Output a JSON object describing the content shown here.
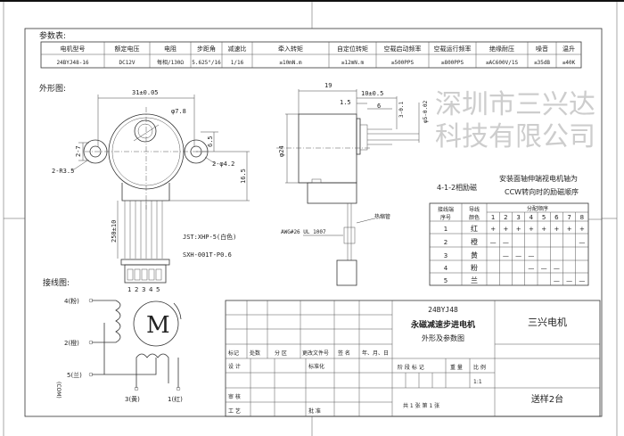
{
  "params": {
    "title": "参数表:",
    "headers": [
      "电机型号",
      "额定电压",
      "电阻",
      "步距角",
      "减速比",
      "牵入转矩",
      "自定位转矩",
      "空载启动频率",
      "空载运行频率",
      "绝缘耐压",
      "噪音",
      "温升"
    ],
    "values": [
      "24BYJ48-16",
      "DC12V",
      "每相/130Ω",
      "5.625°/16",
      "1/16",
      "≥10mN.m",
      "≥12mN.m",
      "≥500PPS",
      "≥800PPS",
      "≥AC600V/1S",
      "≤35dB",
      "≤40K"
    ]
  },
  "outline": {
    "title": "外形图:",
    "dims": {
      "width": "31±0.05",
      "shaft_dia": "φ7.8",
      "lug_h": "2-7",
      "lug_r": "2-R3.5",
      "hole": "2-φ4.2",
      "offset": "6.5",
      "height": "16.5",
      "lead_len": "250±10",
      "connector": "JST:XHP-5(白色)",
      "terminal": "SXH-001T-P0.6",
      "side_len": "19",
      "shaft_len": "10±0.5",
      "flange": "1.5",
      "flat": "6",
      "flat_w": "3-0.1",
      "shaft_d": "φ5-0.02",
      "body_d": "φ24",
      "sleeve": "热缩管",
      "wire": "AWG#26 UL 1007"
    },
    "pins": [
      "1",
      "2",
      "3",
      "4",
      "5"
    ]
  },
  "wiring": {
    "title": "接线图:",
    "motor": "M",
    "leads": [
      "4(粉)",
      "2(橙)",
      "5(兰)",
      "3(黄)",
      "1(红)"
    ],
    "com": "(COM)"
  },
  "sequence": {
    "mode": "4-1-2相励磁",
    "note1": "安装面轴伸端视电机轴为",
    "note2": "CCW转向时的励磁顺序",
    "h_no1": "接线端",
    "h_no2": "序号",
    "h_color1": "导线",
    "h_color2": "颜色",
    "h_order": "分配顺序",
    "steps": [
      "1",
      "2",
      "3",
      "4",
      "5",
      "6",
      "7",
      "8"
    ],
    "rows": [
      {
        "no": "1",
        "color": "红",
        "cells": [
          "+",
          "+",
          "+",
          "+",
          "+",
          "+",
          "+",
          "+"
        ]
      },
      {
        "no": "2",
        "color": "橙",
        "cells": [
          "—",
          "—",
          "",
          "",
          "",
          "",
          "",
          "—"
        ]
      },
      {
        "no": "3",
        "color": "黄",
        "cells": [
          "",
          "—",
          "—",
          "—",
          "",
          "",
          "",
          ""
        ]
      },
      {
        "no": "4",
        "color": "粉",
        "cells": [
          "",
          "",
          "",
          "—",
          "—",
          "—",
          "",
          ""
        ]
      },
      {
        "no": "5",
        "color": "兰",
        "cells": [
          "",
          "",
          "",
          "",
          "",
          "—",
          "—",
          "—"
        ]
      }
    ]
  },
  "titleblock": {
    "model": "24BYJ48",
    "name": "永磁减速步进电机",
    "sub": "外形及参数图",
    "company": "三兴电机",
    "note": "送样2台",
    "labels": [
      "标记",
      "处数",
      "分 区",
      "更改文件号",
      "签 名",
      "年、月、日"
    ],
    "design": "设 计",
    "standard": "标准化",
    "review": "审 核",
    "process": "工 艺",
    "approve": "批 准",
    "stage": "阶 段 标 记",
    "weight": "重 量",
    "scale_label": "比 例",
    "scale": "1:1",
    "sheets": "共 1 张   第 1 张"
  },
  "watermark": "深圳市三兴达科技有限公司"
}
